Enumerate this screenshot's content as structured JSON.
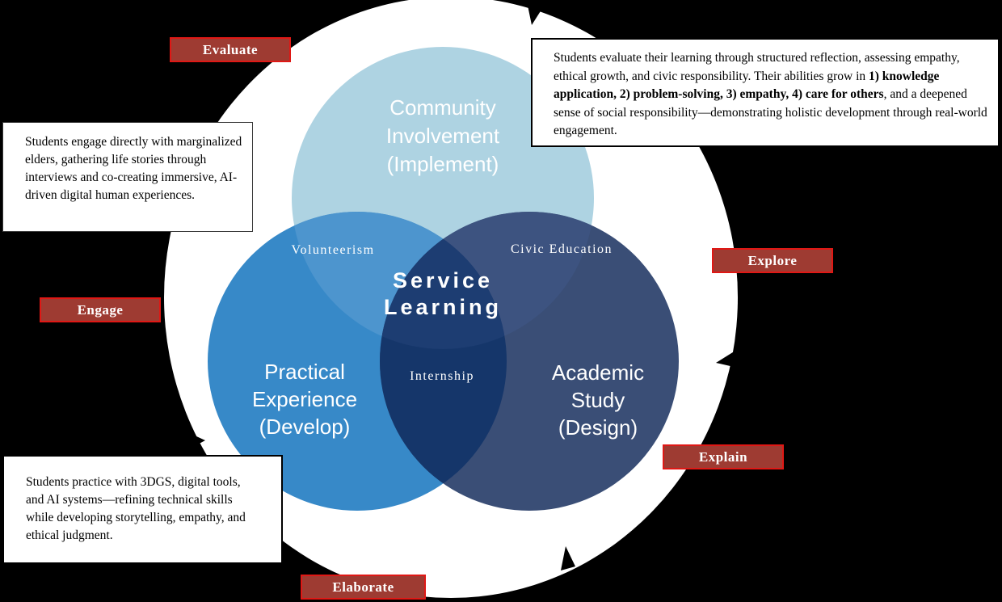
{
  "colors": {
    "background": "#000000",
    "ring": "#FFFFFF",
    "stage_fill": "#9E3B32",
    "stage_border": "#DF1815"
  },
  "diagram": {
    "center_title": {
      "line1": "Service",
      "line2": "Learning"
    },
    "circles": {
      "community": {
        "color": "#AED3E2",
        "lines": [
          "Community",
          "Involvement",
          "(Implement)"
        ]
      },
      "practical": {
        "color": "#3789C8",
        "lines": [
          "Practical",
          "Experience",
          "(Develop)"
        ]
      },
      "academic": {
        "color": "#3A4E76",
        "lines": [
          "Academic",
          "Study",
          "(Design)"
        ]
      }
    },
    "overlaps": {
      "volunteerism": {
        "label": "Volunteerism",
        "color": "#4D95CE"
      },
      "civic_education": {
        "label": "Civic Education",
        "color": "#3D5380"
      },
      "internship": {
        "label": "Internship",
        "color": "#15366A"
      },
      "center": {
        "color": "#1D3D72"
      }
    }
  },
  "stage_labels": {
    "evaluate": "Evaluate",
    "engage": "Engage",
    "explore": "Explore",
    "explain": "Explain",
    "elaborate": "Elaborate"
  },
  "notes": {
    "engage": {
      "text": "Students engage directly with marginalized elders, gathering life stories through interviews and co-creating immersive, AI-driven digital human experiences."
    },
    "evaluate": {
      "part1": "Students evaluate their learning through structured reflection, assessing empathy, ethical growth, and civic responsibility. Their abilities grow in ",
      "bold": "1) knowledge application, 2) problem-solving, 3) empathy, 4) care for others",
      "part2": ", and a deepened sense of social responsibility—demonstrating holistic development through real-world engagement."
    },
    "elaborate": {
      "text": "Students practice with 3DGS, digital tools, and AI systems—refining technical skills while developing storytelling, empathy, and ethical judgment."
    }
  }
}
